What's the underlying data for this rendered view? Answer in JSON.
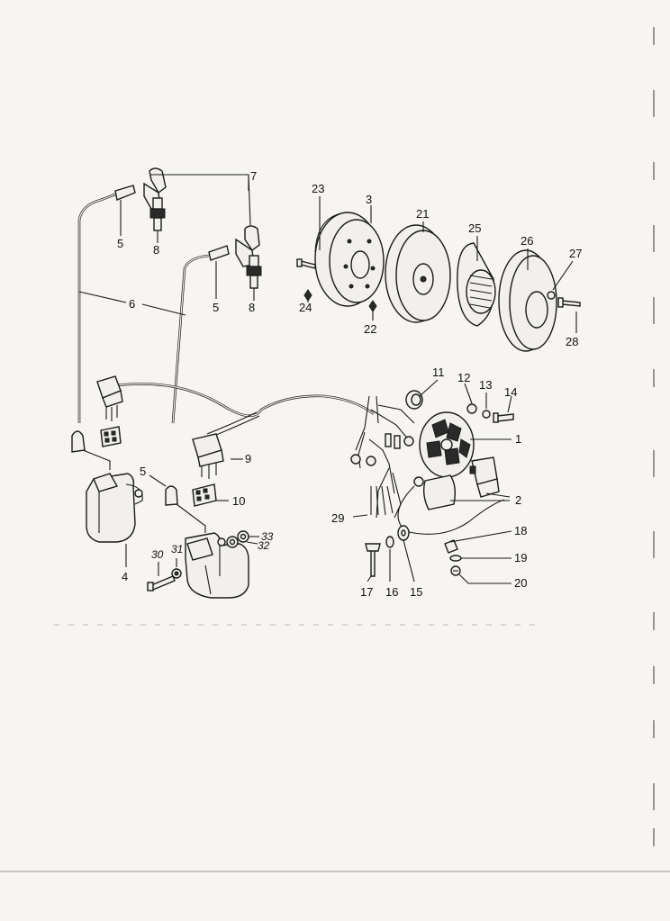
{
  "diagram": {
    "callouts": [
      {
        "id": "c1",
        "text": "1"
      },
      {
        "id": "c2",
        "text": "2"
      },
      {
        "id": "c3",
        "text": "3"
      },
      {
        "id": "c4",
        "text": "4"
      },
      {
        "id": "c5a",
        "text": "5"
      },
      {
        "id": "c5b",
        "text": "5"
      },
      {
        "id": "c5c",
        "text": "5"
      },
      {
        "id": "c6",
        "text": "6"
      },
      {
        "id": "c7",
        "text": "7"
      },
      {
        "id": "c8a",
        "text": "8"
      },
      {
        "id": "c8b",
        "text": "8"
      },
      {
        "id": "c9",
        "text": "9"
      },
      {
        "id": "c10",
        "text": "10"
      },
      {
        "id": "c11",
        "text": "11"
      },
      {
        "id": "c12",
        "text": "12"
      },
      {
        "id": "c13",
        "text": "13"
      },
      {
        "id": "c14",
        "text": "14"
      },
      {
        "id": "c15",
        "text": "15"
      },
      {
        "id": "c16",
        "text": "16"
      },
      {
        "id": "c17",
        "text": "17"
      },
      {
        "id": "c18",
        "text": "18"
      },
      {
        "id": "c19",
        "text": "19"
      },
      {
        "id": "c20",
        "text": "20"
      },
      {
        "id": "c21",
        "text": "21"
      },
      {
        "id": "c22",
        "text": "22"
      },
      {
        "id": "c23",
        "text": "23"
      },
      {
        "id": "c24",
        "text": "24"
      },
      {
        "id": "c25",
        "text": "25"
      },
      {
        "id": "c26",
        "text": "26"
      },
      {
        "id": "c27",
        "text": "27"
      },
      {
        "id": "c28",
        "text": "28"
      },
      {
        "id": "c29",
        "text": "29"
      },
      {
        "id": "c30",
        "text": "30"
      },
      {
        "id": "c31",
        "text": "31"
      },
      {
        "id": "c32",
        "text": "32"
      },
      {
        "id": "c33",
        "text": "33"
      }
    ]
  }
}
